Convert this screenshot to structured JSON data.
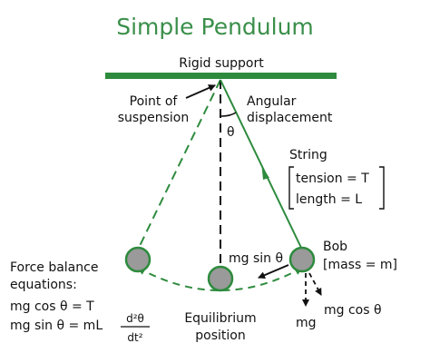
{
  "title": "Simple Pendulum",
  "labels": {
    "rigid_support": "Rigid support",
    "point_of_suspension": [
      "Point of",
      "suspension"
    ],
    "angular_displacement": [
      "Angular",
      "displacement"
    ],
    "theta": "θ",
    "string_title": "String",
    "string_tension": "tension = T",
    "string_length": "length = L",
    "bob_title": "Bob",
    "bob_mass": "[mass = m]",
    "mg_sin": "mg sin θ",
    "mg_cos": "mg cos θ",
    "mg": "mg",
    "equilibrium": [
      "Equilibrium",
      "position"
    ],
    "force_balance": [
      "Force balance",
      "equations:"
    ],
    "eq1": "mg cos θ = T",
    "eq2": "mg sin θ = mL",
    "frac_num": "d²θ",
    "frac_den": "dt²"
  },
  "colors": {
    "accent_green": "#2e8b3e",
    "title_green": "#3a8f4a",
    "bob_fill": "#9a9a9a",
    "text": "#111111"
  }
}
